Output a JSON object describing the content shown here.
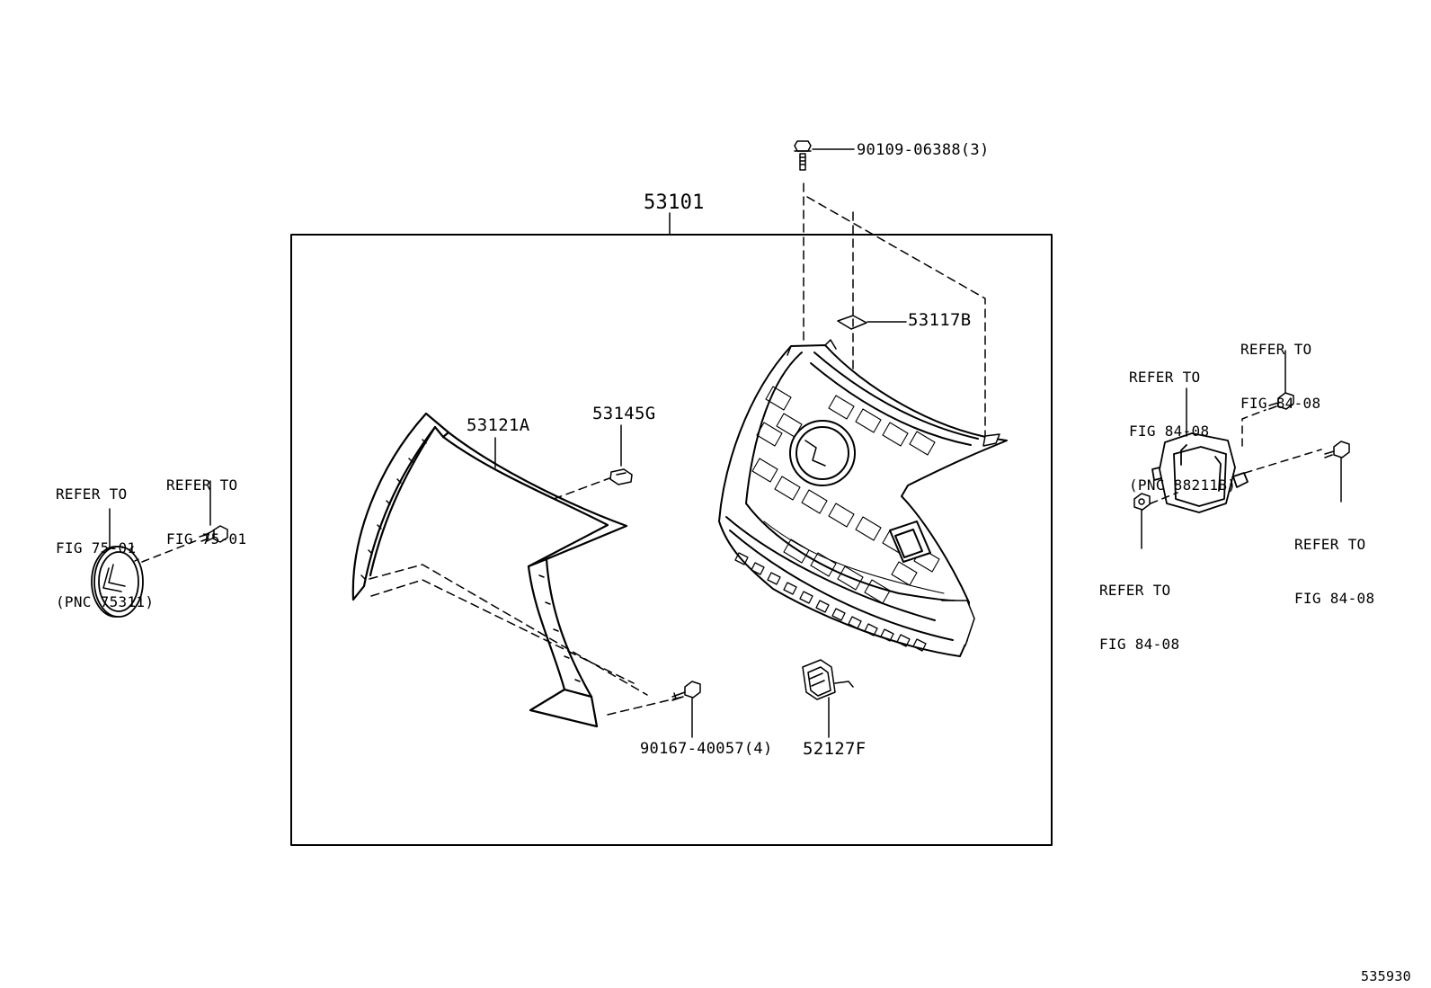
{
  "callouts": {
    "assembly": "53101",
    "bolt_top": "90109-06388(3)",
    "bracket_top": "53117B",
    "molding": "53121A",
    "clip": "53145G",
    "screw": "90167-40057(4)",
    "bracket_lower": "52127F"
  },
  "references": {
    "emblem": [
      "REFER TO",
      "FIG 75-01",
      "(PNC 75311)"
    ],
    "emblem_fastener": [
      "REFER TO",
      "FIG 75-01"
    ],
    "sensor": [
      "REFER TO",
      "FIG 84-08",
      "(PNC 88211B)"
    ],
    "sensor_bolt_top": [
      "REFER TO",
      "FIG 84-08"
    ],
    "sensor_bolt_right": [
      "REFER TO",
      "FIG 84-08"
    ],
    "sensor_nut": [
      "REFER TO",
      "FIG 84-08"
    ]
  },
  "figure_number": "535930"
}
